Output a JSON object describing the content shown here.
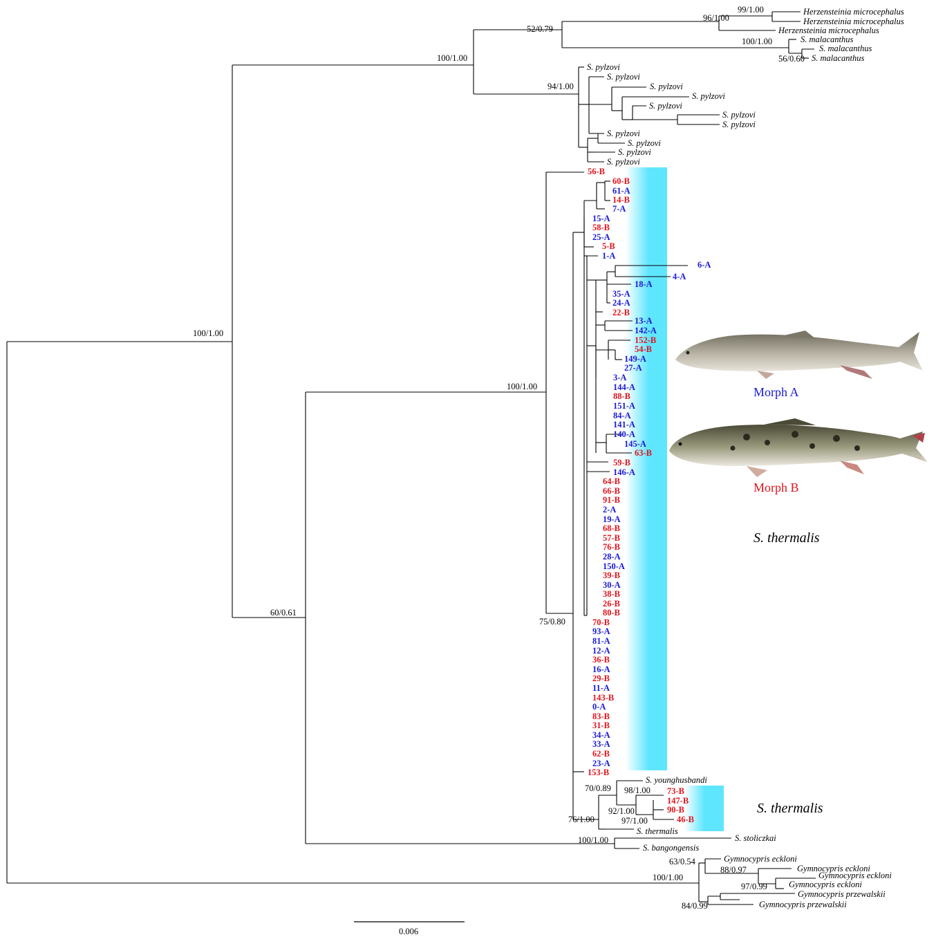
{
  "colors": {
    "morph_a": "#1a1ad6",
    "morph_b": "#e0141c",
    "highlight": "#5fe6ff",
    "line": "#000000"
  },
  "support_values": [
    "99/1.00",
    "96/1.00",
    "52/0.79",
    "100/1.00",
    "56/0.60",
    "100/1.00",
    "94/1.00",
    "100/1.00",
    "100/1.00",
    "75/0.80",
    "60/0.61",
    "70/0.89",
    "98/1.00",
    "92/1.00",
    "97/1.00",
    "76/1.00",
    "100/1.00",
    "63/0.54",
    "88/0.97",
    "100/1.00",
    "97/0.99",
    "84/0.99"
  ],
  "outgroup_taxa": [
    "Herzensteinia microcephalus",
    "Herzensteinia microcephalus",
    "Herzensteinia microcephalus",
    "S. malacanthus",
    "S. malacanthus",
    "S. malacanthus",
    "S. pylzovi",
    "S. pylzovi",
    "S. pylzovi",
    "S. pylzovi",
    "S. pylzovi",
    "S. pylzovi",
    "S. pylzovi",
    "S. pylzovi",
    "S. pylzovi",
    "S. pylzovi",
    "S. pylzovi",
    "S. younghusbandi",
    "S. thermalis",
    "S. stoliczkai",
    "S. bangongensis",
    "Gymnocypris eckloni",
    "Gymnocypris eckloni",
    "Gymnocypris eckloni",
    "Gymnocypris eckloni",
    "Gymnocypris przewalskii",
    "Gymnocypris przewalskii"
  ],
  "samples": [
    "56-B",
    "60-B",
    "61-A",
    "14-B",
    "7-A",
    "15-A",
    "58-B",
    "25-A",
    "5-B",
    "1-A",
    "6-A",
    "4-A",
    "18-A",
    "35-A",
    "24-A",
    "22-B",
    "13-A",
    "142-A",
    "152-B",
    "54-B",
    "149-A",
    "27-A",
    "3-A",
    "144-A",
    "88-B",
    "151-A",
    "84-A",
    "141-A",
    "140-A",
    "145-A",
    "63-B",
    "59-B",
    "146-A",
    "64-B",
    "66-B",
    "91-B",
    "2-A",
    "19-A",
    "68-B",
    "57-B",
    "76-B",
    "28-A",
    "150-A",
    "39-B",
    "30-A",
    "38-B",
    "26-B",
    "80-B",
    "70-B",
    "93-A",
    "81-A",
    "12-A",
    "36-B",
    "16-A",
    "29-B",
    "11-A",
    "143-B",
    "0-A",
    "83-B",
    "31-B",
    "34-A",
    "33-A",
    "62-B",
    "23-A",
    "153-B",
    "73-B",
    "147-B",
    "90-B",
    "46-B"
  ],
  "morph_a_label": "Morph A",
  "morph_b_label": "Morph B",
  "clade_label_1": "S. thermalis",
  "clade_label_2": "S. thermalis",
  "scale_label": "0.006"
}
